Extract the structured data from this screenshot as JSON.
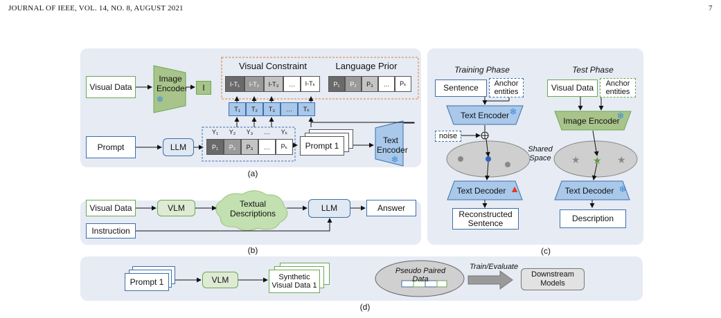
{
  "header": {
    "journal": "JOURNAL OF IEEE, VOL. 14, NO. 8, AUGUST 2021",
    "page": "7"
  },
  "panel_a": {
    "visual_data": "Visual Data",
    "image_encoder": "Image Encoder",
    "i_token": "I",
    "visual_constraint": "Visual Constraint",
    "language_prior": "Language Prior",
    "it_cells": [
      "I-T₁",
      "I-T₂",
      "I-T₃",
      "…",
      "I-Tₖ"
    ],
    "p_cells": [
      "P₁",
      "P₂",
      "P₃",
      "…",
      "Pₖ"
    ],
    "t_cells": [
      "T₁",
      "T₂",
      "T₃",
      "…",
      "Tₖ"
    ],
    "prompt": "Prompt",
    "llm": "LLM",
    "y_labels": [
      "Y₁",
      "Y₂",
      "Y₃",
      "…",
      "Yₖ"
    ],
    "yp_cells": [
      "P₁",
      "P₂",
      "P₃",
      "…",
      "Pₖ"
    ],
    "prompt1": "Prompt 1",
    "text_encoder": "Text Encoder",
    "caption": "(a)"
  },
  "panel_b": {
    "visual_data": "Visual Data",
    "vlm": "VLM",
    "textual": "Textual Descriptions",
    "llm": "LLM",
    "answer": "Answer",
    "instruction": "Instruction",
    "caption": "(b)"
  },
  "panel_c": {
    "training_phase": "Training Phase",
    "test_phase": "Test Phase",
    "sentence": "Sentence",
    "anchor1": "Anchor entities",
    "visual_data": "Visual Data",
    "anchor2": "Anchor entities",
    "text_encoder": "Text Encoder",
    "image_encoder": "Image Encoder",
    "noise": "noise",
    "shared_space": "Shared Space",
    "text_decoder1": "Text Decoder",
    "text_decoder2": "Text Decoder",
    "reconstructed": "Reconstructed Sentence",
    "description": "Description",
    "caption": "(c)"
  },
  "panel_d": {
    "prompt1": "Prompt 1",
    "vlm": "VLM",
    "synthetic": "Synthetic Visual Data 1",
    "pseudo": "Pseudo Paired Data",
    "train_eval": "Train/Evaluate",
    "downstream": "Downstream Models",
    "caption": "(d)"
  },
  "colors": {
    "panel_bg": "#e6ebf4",
    "green_fill": "#a8c48a",
    "blue_fill": "#a9c8ea",
    "cloud": "#c3e0b0",
    "fire": "#e03a1a",
    "snow": "#3b8fd8"
  }
}
